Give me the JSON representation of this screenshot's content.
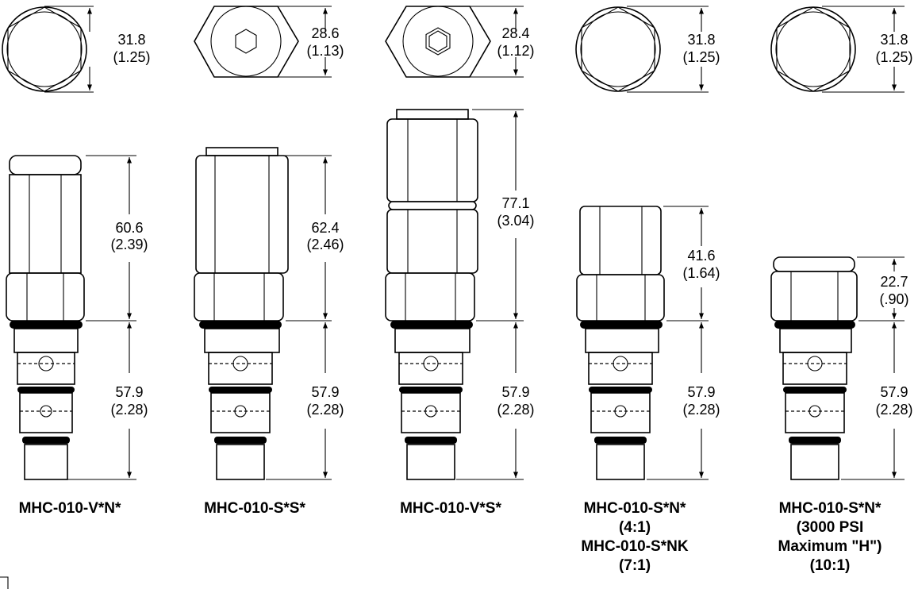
{
  "views": [
    {
      "title_lines": [
        "MHC-010-V*N*"
      ],
      "end_dim": [
        "31.8",
        "(1.25)"
      ],
      "top_dim": [
        "60.6",
        "(2.39)"
      ],
      "bottom_dim": [
        "57.9",
        "(2.28)"
      ]
    },
    {
      "title_lines": [
        "MHC-010-S*S*"
      ],
      "end_dim": [
        "28.6",
        "(1.13)"
      ],
      "top_dim": [
        "62.4",
        "(2.46)"
      ],
      "bottom_dim": [
        "57.9",
        "(2.28)"
      ]
    },
    {
      "title_lines": [
        "MHC-010-V*S*"
      ],
      "end_dim": [
        "28.4",
        "(1.12)"
      ],
      "top_dim": [
        "77.1",
        "(3.04)"
      ],
      "bottom_dim": [
        "57.9",
        "(2.28)"
      ]
    },
    {
      "title_lines": [
        "MHC-010-S*N*",
        "(4:1)",
        "MHC-010-S*NK",
        "(7:1)"
      ],
      "end_dim": [
        "31.8",
        "(1.25)"
      ],
      "top_dim": [
        "41.6",
        "(1.64)"
      ],
      "bottom_dim": [
        "57.9",
        "(2.28)"
      ]
    },
    {
      "title_lines": [
        "MHC-010-S*N*",
        "(3000 PSI",
        "Maximum \"H\")",
        "(10:1)"
      ],
      "end_dim": [
        "31.8",
        "(1.25)"
      ],
      "top_dim": [
        "22.7",
        "(.90)"
      ],
      "bottom_dim": [
        "57.9",
        "(2.28)"
      ]
    }
  ]
}
